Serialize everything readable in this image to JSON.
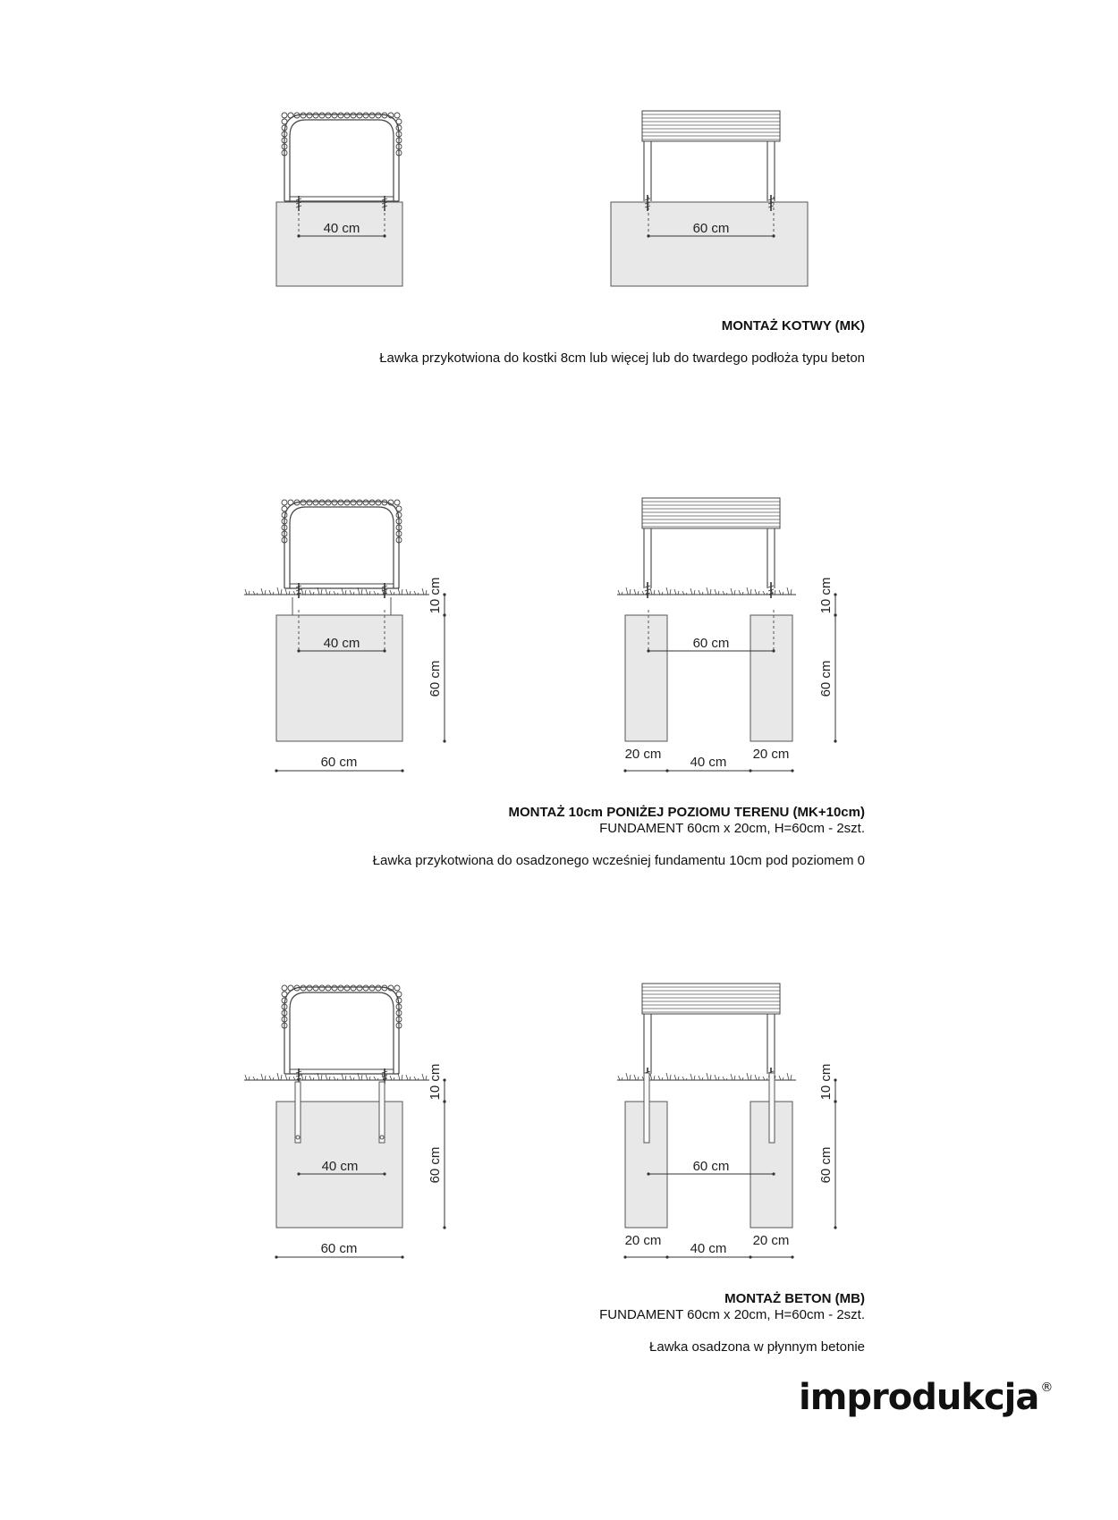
{
  "sections": [
    {
      "title": "MONTAŻ KOTWY (MK)",
      "subtitle": "",
      "description": "Ławka przykotwiona do kostki 8cm lub więcej lub do twardego podłoża typu beton",
      "side_view": {
        "span": "40 cm"
      },
      "front_view": {
        "span": "60 cm"
      }
    },
    {
      "title": "MONTAŻ 10cm PONIŻEJ POZIOMU TERENU (MK+10cm)",
      "subtitle": "FUNDAMENT 60cm x 20cm, H=60cm - 2szt.",
      "description": "Ławka przykotwiona do osadzonego wcześniej fundamentu 10cm pod poziomem 0",
      "side_view": {
        "span": "40 cm",
        "depth": "10 cm",
        "height": "60 cm",
        "width": "60 cm"
      },
      "front_view": {
        "span": "60 cm",
        "depth": "10 cm",
        "height": "60 cm",
        "left": "20 cm",
        "gap": "40 cm",
        "right": "20 cm"
      }
    },
    {
      "title": "MONTAŻ BETON (MB)",
      "subtitle": "FUNDAMENT 60cm x 20cm, H=60cm - 2szt.",
      "description": "Ławka osadzona w płynnym betonie",
      "side_view": {
        "span": "40 cm",
        "depth": "10 cm",
        "height": "60 cm",
        "width": "60 cm"
      },
      "front_view": {
        "span": "60 cm",
        "depth": "10 cm",
        "height": "60 cm",
        "left": "20 cm",
        "gap": "40 cm",
        "right": "20 cm"
      }
    }
  ],
  "brand": {
    "name": "improdukcja",
    "mark": "®"
  },
  "colors": {
    "concrete": "#e8e8e8",
    "line": "#444444"
  }
}
